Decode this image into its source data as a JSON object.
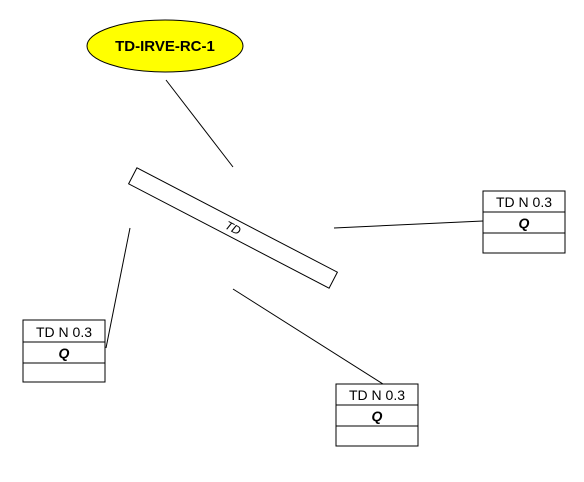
{
  "diagram": {
    "root_node": {
      "label": "TD-IRVE-RC-1",
      "fill_color": "#ffff00"
    },
    "connector_bar": {
      "label": "TD"
    },
    "nodes": [
      {
        "name": "TD N 0.3",
        "port": "Q"
      },
      {
        "name": "TD N 0.3",
        "port": "Q"
      },
      {
        "name": "TD N 0.3",
        "port": "Q"
      }
    ]
  }
}
